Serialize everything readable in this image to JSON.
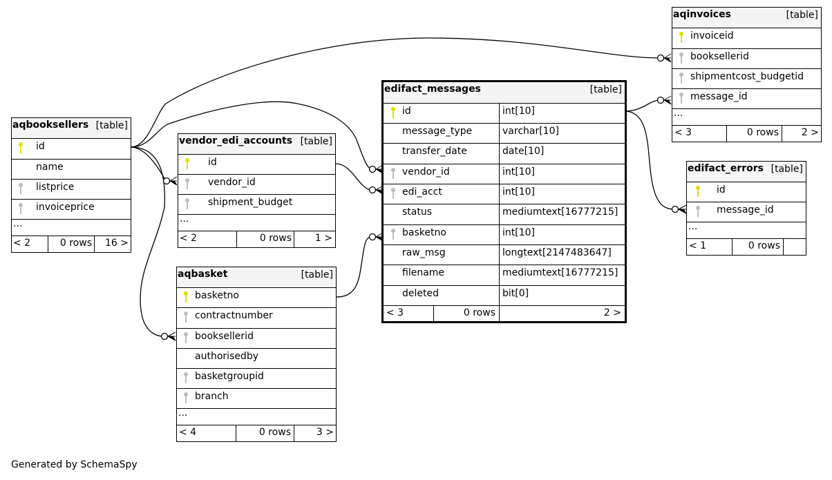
{
  "footer": {
    "generated_by": "Generated by SchemaSpy"
  },
  "tables": {
    "aqbooksellers": {
      "name": "aqbooksellers",
      "kind": "[table]",
      "columns": [
        {
          "name": "id",
          "key": "primary"
        },
        {
          "name": "name",
          "key": "none"
        },
        {
          "name": "listprice",
          "key": "foreign"
        },
        {
          "name": "invoiceprice",
          "key": "foreign"
        }
      ],
      "more": "...",
      "footer": {
        "parents": "< 2",
        "rows": "0 rows",
        "children": "16 >"
      }
    },
    "vendor_edi_accounts": {
      "name": "vendor_edi_accounts",
      "kind": "[table]",
      "columns": [
        {
          "name": "id",
          "key": "primary"
        },
        {
          "name": "vendor_id",
          "key": "foreign"
        },
        {
          "name": "shipment_budget",
          "key": "foreign"
        }
      ],
      "more": "...",
      "footer": {
        "parents": "< 2",
        "rows": "0 rows",
        "children": "1 >"
      }
    },
    "aqbasket": {
      "name": "aqbasket",
      "kind": "[table]",
      "columns": [
        {
          "name": "basketno",
          "key": "primary"
        },
        {
          "name": "contractnumber",
          "key": "foreign"
        },
        {
          "name": "booksellerid",
          "key": "foreign"
        },
        {
          "name": "authorisedby",
          "key": "none"
        },
        {
          "name": "basketgroupid",
          "key": "foreign"
        },
        {
          "name": "branch",
          "key": "foreign"
        }
      ],
      "more": "...",
      "footer": {
        "parents": "< 4",
        "rows": "0 rows",
        "children": "3 >"
      }
    },
    "edifact_messages": {
      "name": "edifact_messages",
      "kind": "[table]",
      "columns": [
        {
          "name": "id",
          "type": "int[10]",
          "key": "primary"
        },
        {
          "name": "message_type",
          "type": "varchar[10]",
          "key": "none"
        },
        {
          "name": "transfer_date",
          "type": "date[10]",
          "key": "none"
        },
        {
          "name": "vendor_id",
          "type": "int[10]",
          "key": "foreign"
        },
        {
          "name": "edi_acct",
          "type": "int[10]",
          "key": "foreign"
        },
        {
          "name": "status",
          "type": "mediumtext[16777215]",
          "key": "none"
        },
        {
          "name": "basketno",
          "type": "int[10]",
          "key": "foreign"
        },
        {
          "name": "raw_msg",
          "type": "longtext[2147483647]",
          "key": "none"
        },
        {
          "name": "filename",
          "type": "mediumtext[16777215]",
          "key": "none"
        },
        {
          "name": "deleted",
          "type": "bit[0]",
          "key": "none"
        }
      ],
      "footer": {
        "parents": "< 3",
        "rows": "0 rows",
        "children": "2 >"
      }
    },
    "aqinvoices": {
      "name": "aqinvoices",
      "kind": "[table]",
      "columns": [
        {
          "name": "invoiceid",
          "key": "primary"
        },
        {
          "name": "booksellerid",
          "key": "foreign"
        },
        {
          "name": "shipmentcost_budgetid",
          "key": "foreign"
        },
        {
          "name": "message_id",
          "key": "foreign"
        }
      ],
      "more": "...",
      "footer": {
        "parents": "< 3",
        "rows": "0 rows",
        "children": "2 >"
      }
    },
    "edifact_errors": {
      "name": "edifact_errors",
      "kind": "[table]",
      "columns": [
        {
          "name": "id",
          "key": "primary"
        },
        {
          "name": "message_id",
          "key": "foreign"
        }
      ],
      "more": "...",
      "footer": {
        "parents": "< 1",
        "rows": "0 rows",
        "children": ""
      }
    }
  },
  "relationships": [
    {
      "from": "aqbooksellers.id",
      "to": "aqinvoices.booksellerid"
    },
    {
      "from": "aqbooksellers.id",
      "to": "edifact_messages.vendor_id"
    },
    {
      "from": "aqbooksellers.id",
      "to": "vendor_edi_accounts.vendor_id"
    },
    {
      "from": "aqbooksellers.id",
      "to": "aqbasket.booksellerid"
    },
    {
      "from": "vendor_edi_accounts.id",
      "to": "edifact_messages.edi_acct"
    },
    {
      "from": "aqbasket.basketno",
      "to": "edifact_messages.basketno"
    },
    {
      "from": "edifact_messages.id",
      "to": "aqinvoices.message_id"
    },
    {
      "from": "edifact_messages.id",
      "to": "edifact_errors.message_id"
    }
  ],
  "colors": {
    "primary_key": "#e0e000",
    "foreign_key": "#bdbdbd",
    "header_bg": "#f4f4f4",
    "line": "#000000"
  }
}
